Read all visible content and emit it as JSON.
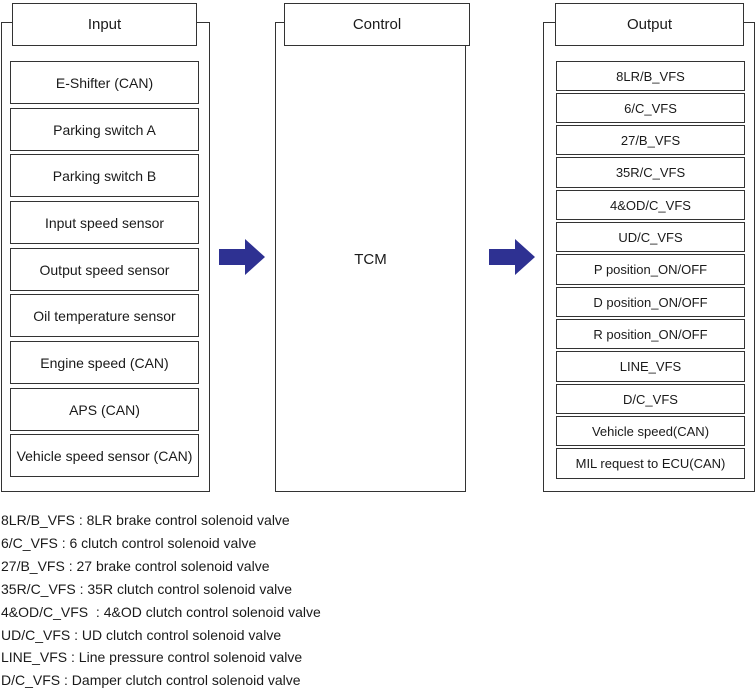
{
  "input": {
    "title": "Input",
    "items": [
      "E-Shifter (CAN)",
      "Parking switch A",
      "Parking switch B",
      "Input speed sensor",
      "Output speed sensor",
      "Oil temperature sensor",
      "Engine speed (CAN)",
      "APS (CAN)",
      "Vehicle speed sensor (CAN)"
    ]
  },
  "control": {
    "title": "Control",
    "body": "TCM"
  },
  "output": {
    "title": "Output",
    "items": [
      "8LR/B_VFS",
      "6/C_VFS",
      "27/B_VFS",
      "35R/C_VFS",
      "4&OD/C_VFS",
      "UD/C_VFS",
      "P position_ON/OFF",
      "D position_ON/OFF",
      "R position_ON/OFF",
      "LINE_VFS",
      "D/C_VFS",
      "Vehicle speed(CAN)",
      "MIL request to ECU(CAN)"
    ]
  },
  "legend": [
    "8LR/B_VFS : 8LR brake control solenoid valve",
    "6/C_VFS : 6 clutch control solenoid valve",
    "27/B_VFS : 27 brake control solenoid valve",
    "35R/C_VFS : 35R clutch control solenoid valve",
    "4&OD/C_VFS  : 4&OD clutch control solenoid valve",
    "UD/C_VFS : UD clutch control solenoid valve",
    "LINE_VFS : Line pressure control solenoid valve",
    "D/C_VFS : Damper clutch control solenoid valve"
  ],
  "colors": {
    "arrow": "#2e3192",
    "border": "#333333"
  }
}
